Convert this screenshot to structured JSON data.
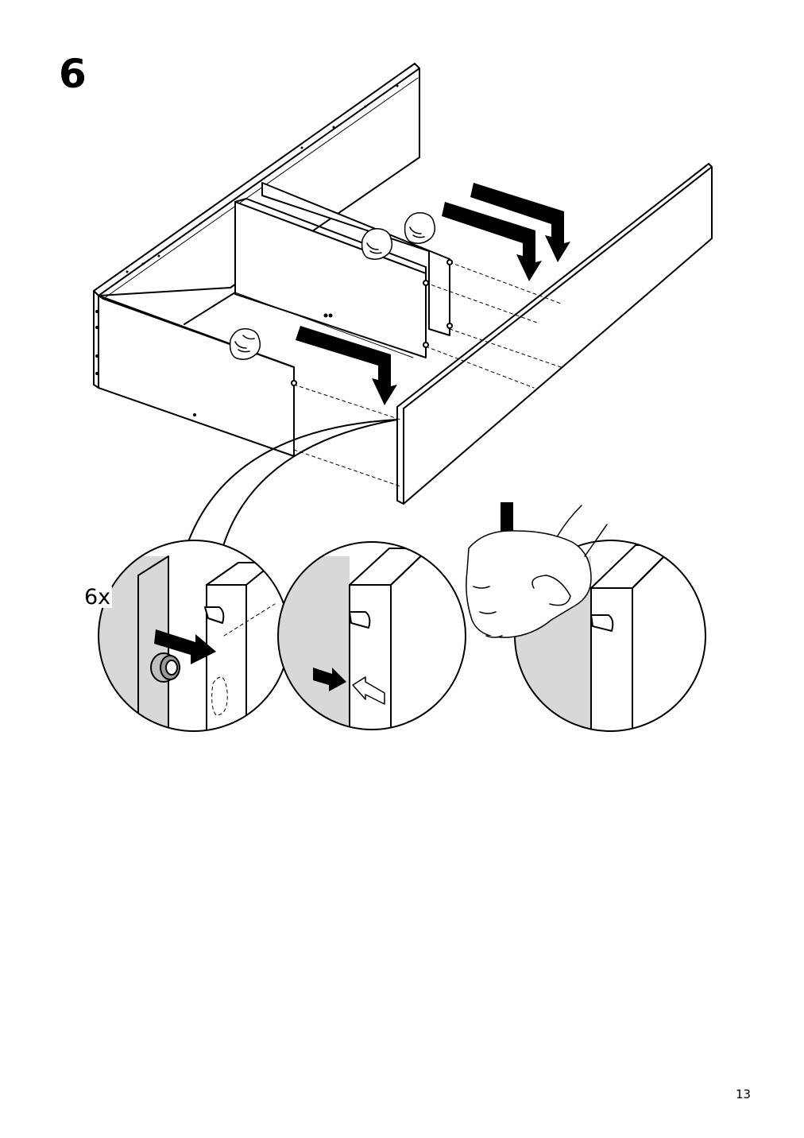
{
  "page": {
    "step_number": "6",
    "quantity_label": "6x",
    "page_number": "13"
  },
  "icons": [
    "assembly-illustration",
    "hand-icon",
    "fist-icon",
    "arrow-down-icon",
    "dowel-icon"
  ],
  "colors": {
    "ink": "#000000",
    "panel_shade": "#d8d8d8",
    "background": "#ffffff"
  }
}
